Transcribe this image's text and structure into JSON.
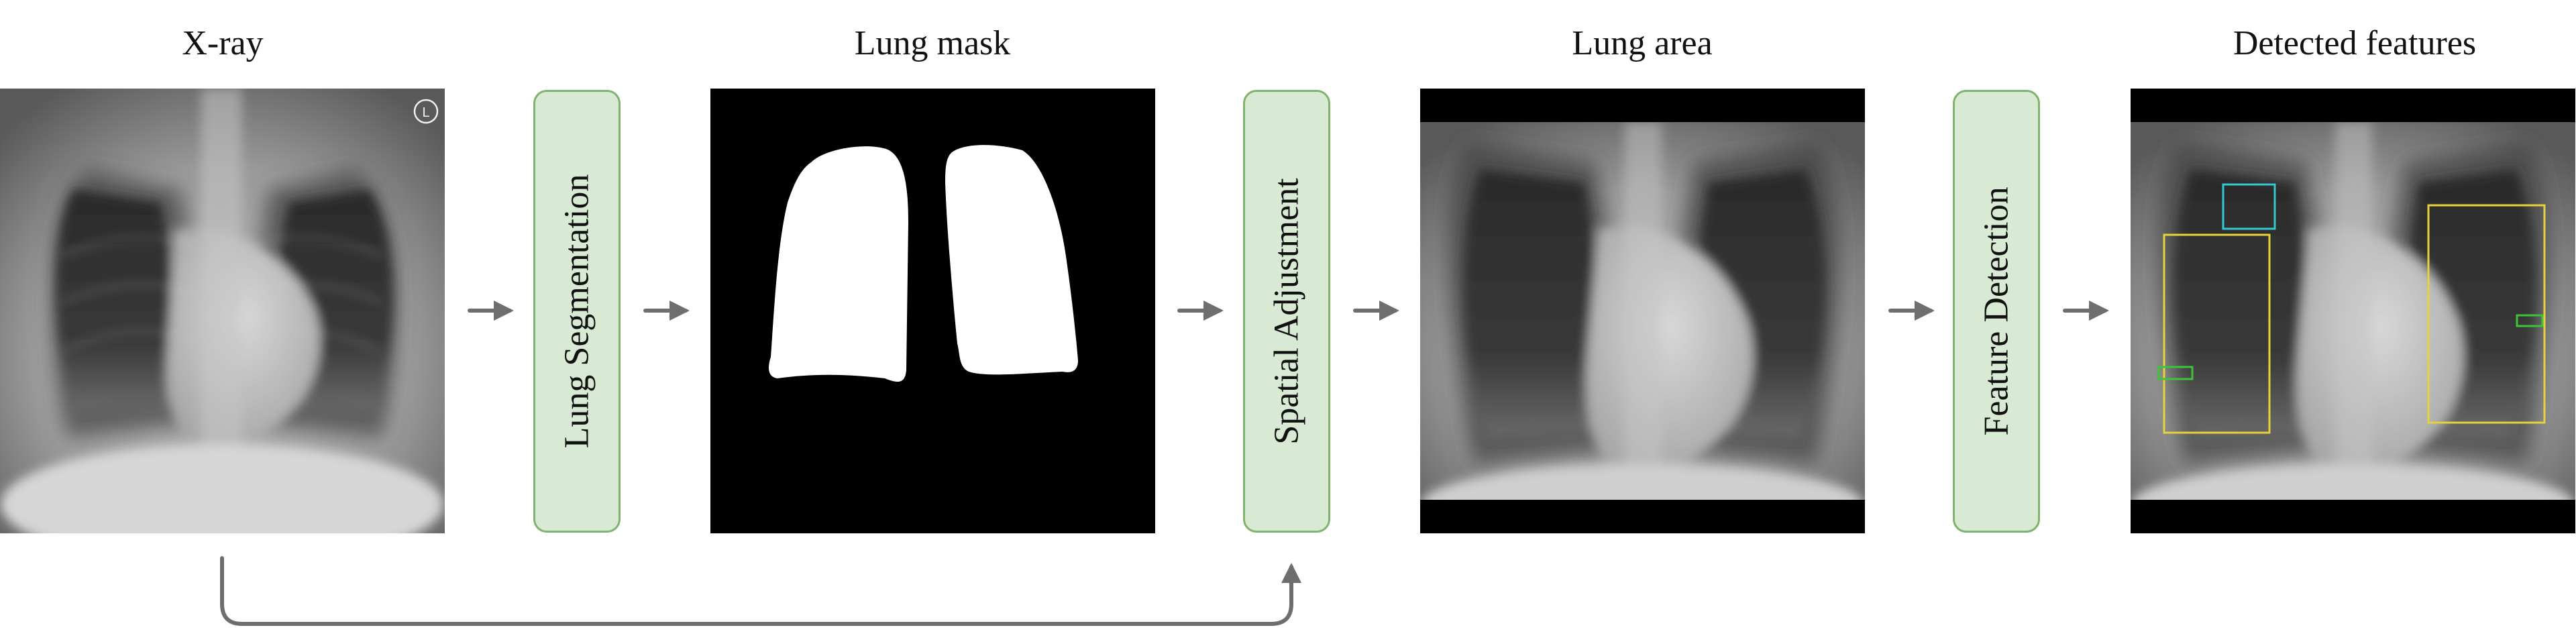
{
  "titles": {
    "xray": "X-ray",
    "lung_mask": "Lung mask",
    "lung_area": "Lung area",
    "detected_features": "Detected features"
  },
  "stages": {
    "lung_segmentation": "Lung Segmentation",
    "spatial_adjustment": "Spatial Adjustment",
    "feature_detection": "Feature Detection"
  },
  "xray_marker": "L",
  "colors": {
    "stage_fill": "#d9ead4",
    "stage_border": "#7fb46f",
    "arrow": "#6e6e6e",
    "box_yellow": "#e6d23c",
    "box_cyan": "#33c7d1",
    "box_green": "#3cc43c"
  }
}
